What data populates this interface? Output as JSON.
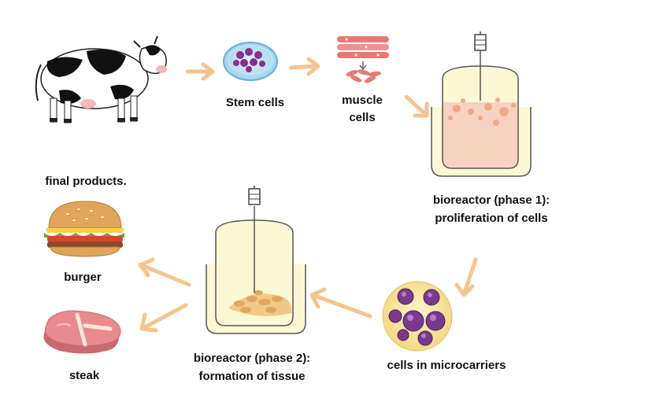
{
  "labels": {
    "stem_cells": "Stem cells",
    "muscle_cells_line1": "muscle",
    "muscle_cells_line2": "cells",
    "bioreactor1_line1": "bioreactor (phase 1):",
    "bioreactor1_line2": "proliferation of cells",
    "microcarriers": "cells in microcarriers",
    "bioreactor2_line1": "bioreactor (phase 2):",
    "bioreactor2_line2": "formation of tissue",
    "final_products": "final products.",
    "burger": "burger",
    "steak": "steak"
  },
  "colors": {
    "arrow": "#f5c48e",
    "vessel_fill": "#fdf8d4",
    "vessel_stroke": "#555555",
    "cells_pink": "#f5c8b4",
    "microcarrier_purple": "#7a3a8c",
    "petri": "#a9d7ef",
    "tissue": "#f0c88a",
    "steak": "#e98a8f",
    "burger_bun": "#e0a45a"
  },
  "icons": [
    "cow-icon",
    "petri-dish-icon",
    "muscle-cells-icon",
    "bioreactor-icon",
    "microcarrier-icon",
    "burger-icon",
    "steak-icon"
  ]
}
